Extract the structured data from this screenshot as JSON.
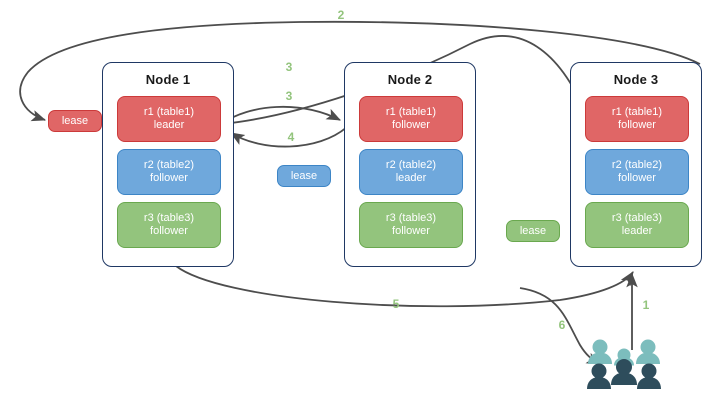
{
  "diagram": {
    "title": "distributed-lease-replication-flow",
    "background": "#ffffff",
    "edge_color": "#4d4d4d",
    "step_label_color": "#93c47d",
    "node_border_color": "#1f3864",
    "colors": {
      "red": "#e06666",
      "red_border": "#cc3a3a",
      "blue": "#6fa8dc",
      "blue_border": "#3d85c6",
      "green": "#93c47d",
      "green_border": "#6aa84f",
      "users_light": "#7cbdbd",
      "users_dark": "#2e4d5c"
    }
  },
  "nodes": [
    {
      "title": "Node 1",
      "replicas": [
        {
          "name": "r1 (table1)",
          "role": "leader",
          "color": "red"
        },
        {
          "name": "r2 (table2)",
          "role": "follower",
          "color": "blue"
        },
        {
          "name": "r3 (table3)",
          "role": "follower",
          "color": "green"
        }
      ]
    },
    {
      "title": "Node 2",
      "replicas": [
        {
          "name": "r1 (table1)",
          "role": "follower",
          "color": "red"
        },
        {
          "name": "r2 (table2)",
          "role": "leader",
          "color": "blue"
        },
        {
          "name": "r3 (table3)",
          "role": "follower",
          "color": "green"
        }
      ]
    },
    {
      "title": "Node 3",
      "replicas": [
        {
          "name": "r1 (table1)",
          "role": "follower",
          "color": "red"
        },
        {
          "name": "r2 (table2)",
          "role": "follower",
          "color": "blue"
        },
        {
          "name": "r3 (table3)",
          "role": "leader",
          "color": "green"
        }
      ]
    }
  ],
  "leases": [
    {
      "label": "lease",
      "color": "red"
    },
    {
      "label": "lease",
      "color": "blue"
    },
    {
      "label": "lease",
      "color": "green"
    }
  ],
  "steps": [
    {
      "label": "1"
    },
    {
      "label": "2"
    },
    {
      "label": "3"
    },
    {
      "label": "3"
    },
    {
      "label": "4"
    },
    {
      "label": "5"
    },
    {
      "label": "6"
    }
  ],
  "icons": {
    "users": "users-group-icon"
  }
}
